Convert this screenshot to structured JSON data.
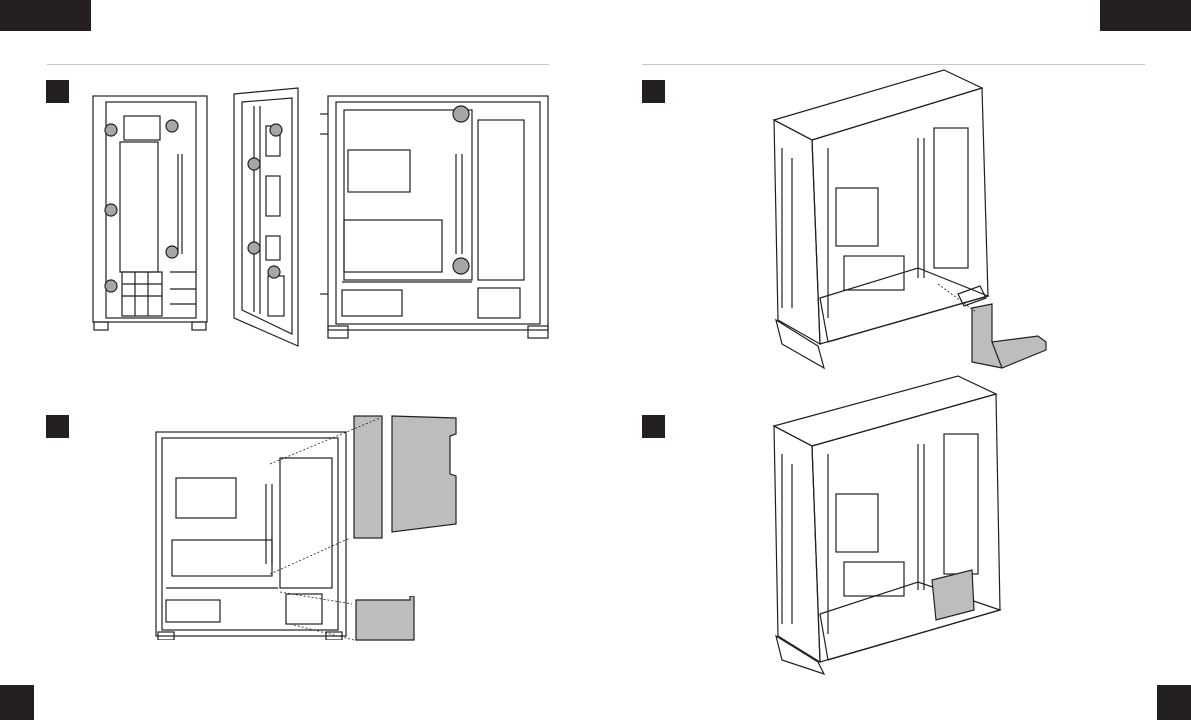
{
  "document": {
    "type": "case-installation-manual-spread",
    "pages": [
      {
        "side": "left",
        "steps": [
          {
            "marker": "step-1",
            "figures": [
              "case-rear-panel",
              "side-door-open",
              "case-interior-screws-highlighted"
            ]
          },
          {
            "marker": "step-2",
            "figures": [
              "case-interior",
              "front-cover-removal",
              "psu-shroud-cover"
            ]
          }
        ]
      },
      {
        "side": "right",
        "steps": [
          {
            "marker": "step-3",
            "figures": [
              "case-isometric-drive-cage-removed"
            ]
          },
          {
            "marker": "step-4",
            "figures": [
              "case-isometric-drive-cage-installed"
            ]
          }
        ]
      }
    ],
    "colors": {
      "tab": "#231f20",
      "line": "#231f20",
      "screw_highlight": "#a6a6a6",
      "panel_fill": "#bdbdbd",
      "rule": "#c8c8c8"
    }
  }
}
